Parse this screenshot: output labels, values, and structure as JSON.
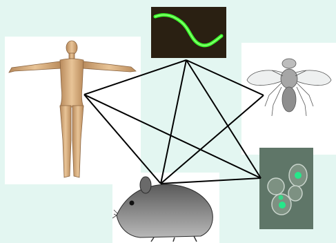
{
  "organisms": [
    {
      "id": "human",
      "icon": "human-figure-icon"
    },
    {
      "id": "worm",
      "icon": "fluorescent-worm-icon"
    },
    {
      "id": "fly",
      "icon": "fruit-fly-icon"
    },
    {
      "id": "yeast",
      "icon": "yeast-cells-icon"
    },
    {
      "id": "mouse",
      "icon": "mouse-icon"
    }
  ],
  "connections": [
    [
      "human",
      "worm"
    ],
    [
      "human",
      "yeast"
    ],
    [
      "human",
      "mouse"
    ],
    [
      "worm",
      "fly"
    ],
    [
      "worm",
      "mouse"
    ],
    [
      "worm",
      "yeast"
    ],
    [
      "fly",
      "mouse"
    ],
    [
      "mouse",
      "yeast"
    ]
  ],
  "colors": {
    "background": "#e3f6f1",
    "edge": "#000000",
    "worm_glow": "#39ff2a",
    "yeast_glow": "#25e88a",
    "skin": "#e0b98c"
  }
}
